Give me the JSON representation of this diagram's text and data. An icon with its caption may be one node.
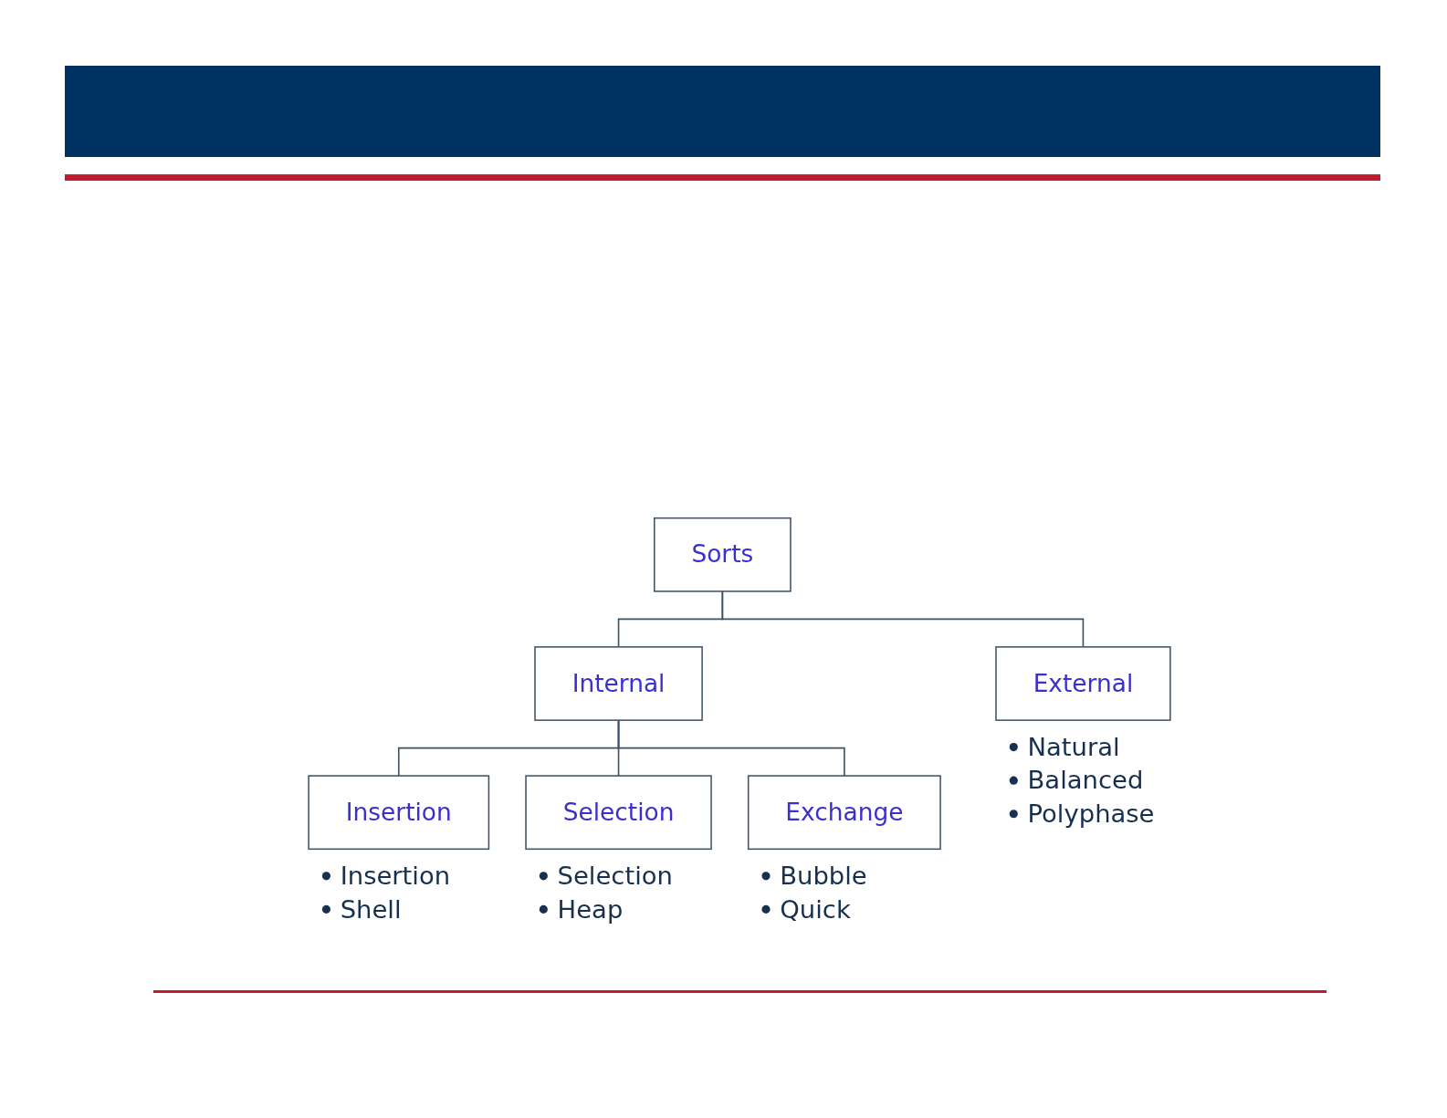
{
  "diagram": {
    "nodes": [
      {
        "text": [
          "Sorts"
        ]
      },
      {
        "text": [
          "Internal"
        ]
      },
      {
        "text": [
          "External"
        ],
        "beside": [
          "Natural",
          "Balanced",
          "Polyphase"
        ]
      },
      {
        "text": [
          "Insertion"
        ],
        "beside": [
          "Insertion",
          "Shell"
        ]
      },
      {
        "text": [
          "Selection"
        ],
        "beside": [
          "Selection",
          "Heap"
        ]
      },
      {
        "text": [
          "Exchange"
        ],
        "beside": [
          "Bubble",
          "Quick"
        ]
      }
    ],
    "edges": [
      {
        "from": 0,
        "to": 1,
        "arrow": "none"
      },
      {
        "from": 0,
        "to": 2,
        "arrow": "none"
      },
      {
        "from": 1,
        "to": 3,
        "arrow": "none"
      },
      {
        "from": 1,
        "to": 4,
        "arrow": "none"
      },
      {
        "from": 1,
        "to": 5,
        "arrow": "none"
      }
    ]
  }
}
